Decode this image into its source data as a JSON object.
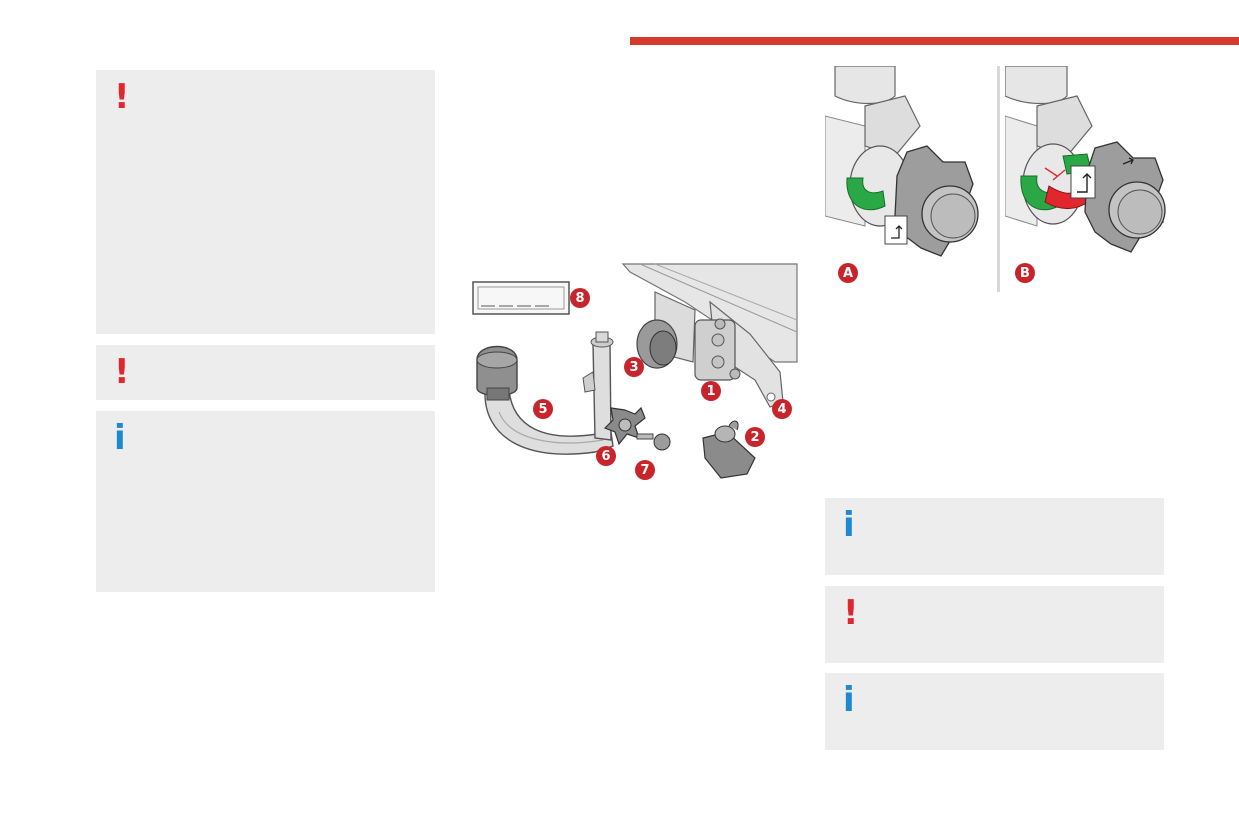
{
  "colors": {
    "accent_red": "#d63a2c",
    "warning_red": "#e0272e",
    "info_blue": "#1e88d0",
    "box_grey": "#ededed",
    "badge_red": "#c8242c",
    "green": "#2aa845"
  },
  "left_column": {
    "boxes": [
      {
        "icon": "exclamation-icon",
        "glyph": "!"
      },
      {
        "icon": "exclamation-icon",
        "glyph": "!"
      },
      {
        "icon": "info-icon",
        "glyph": "i"
      }
    ]
  },
  "right_column": {
    "boxes": [
      {
        "icon": "info-icon",
        "glyph": "i"
      },
      {
        "icon": "exclamation-icon",
        "glyph": "!"
      },
      {
        "icon": "info-icon",
        "glyph": "i"
      }
    ]
  },
  "diagram": {
    "callouts": [
      "1",
      "2",
      "3",
      "4",
      "5",
      "6",
      "7",
      "8"
    ]
  },
  "detail_views": {
    "labels": [
      "A",
      "B"
    ]
  }
}
